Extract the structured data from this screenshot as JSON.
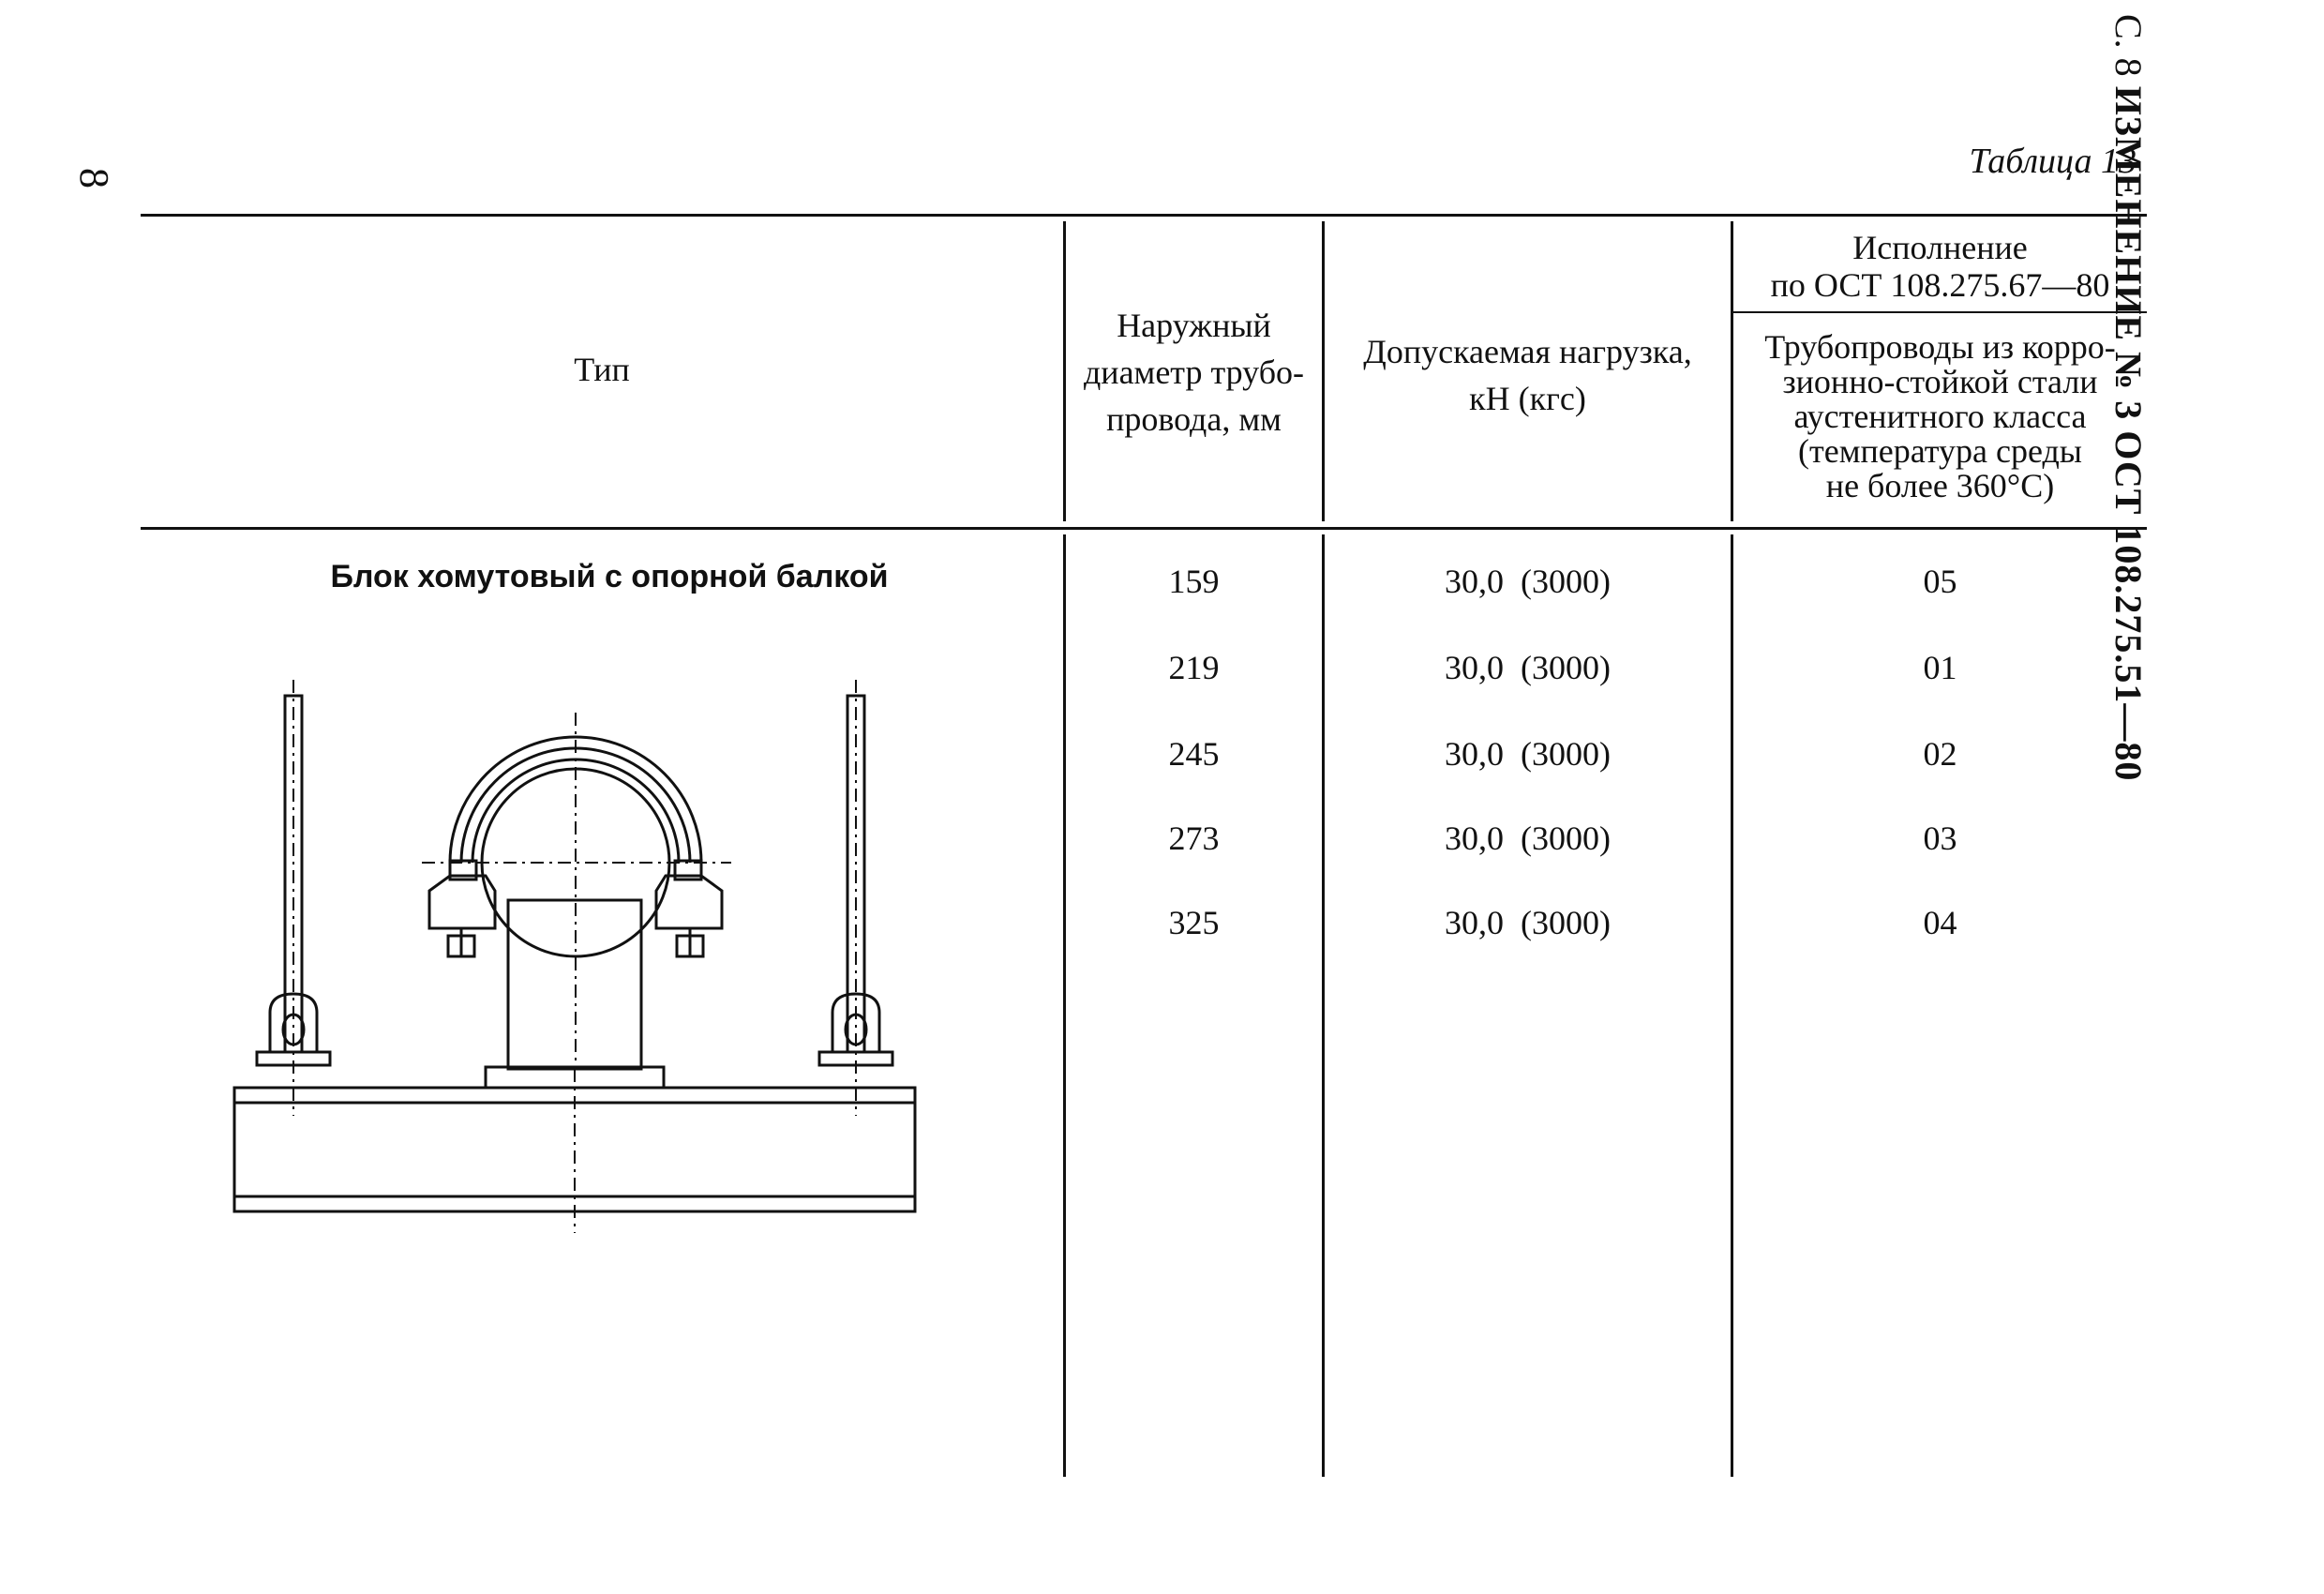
{
  "page": {
    "number": "8",
    "side_header_prefix": "С. 8",
    "side_header_main": "ИЗМЕНЕНИЕ № 3 ОСТ 108.275.51—80",
    "table_caption": "Таблица 13"
  },
  "table": {
    "headers": {
      "type": "Тип",
      "diameter": [
        "Наружный",
        "диаметр трубо-",
        "провода, мм"
      ],
      "load": [
        "Допускаемая  нагрузка,",
        "кН (кгс)"
      ],
      "execution": [
        "Исполнение",
        "по ОСТ 108.275.67—80"
      ],
      "execution_sub": [
        "Трубопроводы из корро-",
        "зионно-стойкой стали",
        "аустенитного класса",
        "(температура среды",
        "не более 360°С)"
      ]
    },
    "type_name": "Блок хомутовый с опорной балкой",
    "rows": [
      {
        "diameter": "159",
        "load": "30,0  (3000)",
        "execution": "05"
      },
      {
        "diameter": "219",
        "load": "30,0  (3000)",
        "execution": "01"
      },
      {
        "diameter": "245",
        "load": "30,0  (3000)",
        "execution": "02"
      },
      {
        "diameter": "273",
        "load": "30,0  (3000)",
        "execution": "03"
      },
      {
        "diameter": "325",
        "load": "30,0  (3000)",
        "execution": "04"
      }
    ]
  },
  "colors": {
    "ink": "#111111",
    "paper": "#ffffff"
  },
  "icons": {
    "drawing": "clamp-block-with-support-beam-drawing"
  }
}
